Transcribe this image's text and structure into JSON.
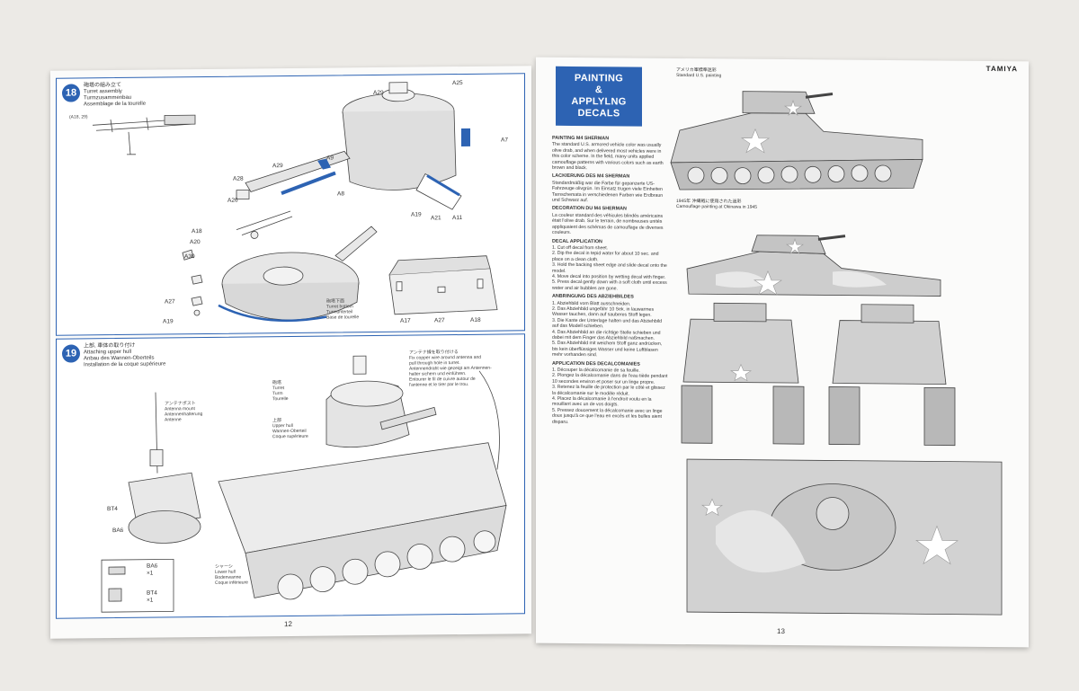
{
  "left_page": {
    "page_number": "12",
    "step18": {
      "number": "18",
      "title": "砲塔の組み立て\nTurret assembly\nTurmzusammenbau\nAssemblage de la tourelle",
      "parts": [
        "A25",
        "A29",
        "A29",
        "A9",
        "A28",
        "A26",
        "A7",
        "A8",
        "A19",
        "A21",
        "A11",
        "A18",
        "A20",
        "A30",
        "A27",
        "A19",
        "A17",
        "A27",
        "A18"
      ],
      "turret_label": "砲塔下面\nTurret bottom\nTurmunterteil\nBase de tourelle",
      "detail_label": "(A18, 29)"
    },
    "step19": {
      "number": "19",
      "title": "上部, 車体の取り付け\nAttaching upper hull\nAnbau des Wannen-Oberteils\nInstallation de la coque supérieure",
      "antenna_label": "アンテナポスト\nAntenna mount\nAntennenhalterung\nAntenne",
      "turret_label": "砲塔\nTurret\nTurm\nTourelle",
      "upper_hull_label": "上部\nUpper hull\nWannen-Oberteil\nCoque supérieure",
      "lower_hull_label": "シャーシ\nLower hull\nBodenwanne\nCoque inférieure",
      "note": "アンテナ線を取り付ける\nFix copper wire around antenna and\npull through hole in turret.\nAntennendraht wie gezeigt am Antennen-\nhalter sichern und einführen.\nEntourer le fil de cuivre autour de\nl'antenne et le tirer par le trou.",
      "parts": [
        "BT4",
        "BA6",
        "BA6",
        "BT4"
      ],
      "ba6_qty": "×1",
      "bt4_qty": "×1"
    }
  },
  "right_page": {
    "page_number": "13",
    "brand": "TAMIYA",
    "banner": [
      "PAINTING",
      "&",
      "APPLYLNG",
      "DECALS"
    ],
    "caption_top": "アメリカ軍標準迷彩\nStandard U.S. painting",
    "caption_mid": "1945年 沖縄戦に使用された迷彩\nCamouflage painting at Okinawa in 1945",
    "text_blocks": [
      {
        "heading": "PAINTING M4 SHERMAN",
        "body": "The standard U.S. armored vehicle color was usually olive drab, and when delivered most vehicles were in this color scheme. In the field, many units applied camouflage patterns with various colors such as earth brown and black."
      },
      {
        "heading": "LACKIERUNG DES M4 SHERMAN",
        "body": "Standardmäßig war die Farbe für gepanzerte US-Fahrzeuge olivgrün. Im Einsatz trugen viele Einheiten Tarnschemata in verschiedenen Farben wie Erdbraun und Schwarz auf."
      },
      {
        "heading": "DECORATION DU M4 SHERMAN",
        "body": "La couleur standard des véhicules blindés américains était l'olive drab. Sur le terrain, de nombreuses unités appliquaient des schémas de camouflage de diverses couleurs."
      },
      {
        "heading": "DECAL APPLICATION",
        "body": "1. Cut off decal from sheet.\n2. Dip the decal in tepid water for about 10 sec. and place on a clean cloth.\n3. Hold the backing sheet edge and slide decal onto the model.\n4. Move decal into position by wetting decal with finger.\n5. Press decal gently down with a soft cloth until excess water and air bubbles are gone."
      },
      {
        "heading": "ANBRINGUNG DES ABZIEHBILDES",
        "body": "1. Abziehbild vom Blatt ausschneiden.\n2. Das Abziehbild ungefähr 10 Sek. in lauwarmes Wasser tauchen, dann auf sauberes Stoff legen.\n3. Die Kante der Unterlage halten und das Abziehbild auf das Modell schieben.\n4. Das Abziehbild an die richtige Stelle schieben und dabei mit dem Finger das Abziehbild naßmachen.\n5. Das Abziehbild mit weichem Stoff ganz andrücken, bis kein überflüssiges Wasser und keine Luftblasen mehr vorhanden sind."
      },
      {
        "heading": "APPLICATION DES DECALCOMANIES",
        "body": "1. Découper la décalcomanie de sa feuille.\n2. Plongez la décalcomanie dans de l'eau tiède pendant 10 secondes environ et poser sur un linge propre.\n3. Retenez la feuille de protection par le côté et glissez la décalcomanie sur le modèle réduit.\n4. Placez la décalcomanie à l'endroit voulu en la mouillant avec un de vos doigts.\n5. Pressez doucement la décalcomanie avec un linge doux jusqu'à ce que l'eau en excès et les bulles aient disparu."
      }
    ]
  }
}
